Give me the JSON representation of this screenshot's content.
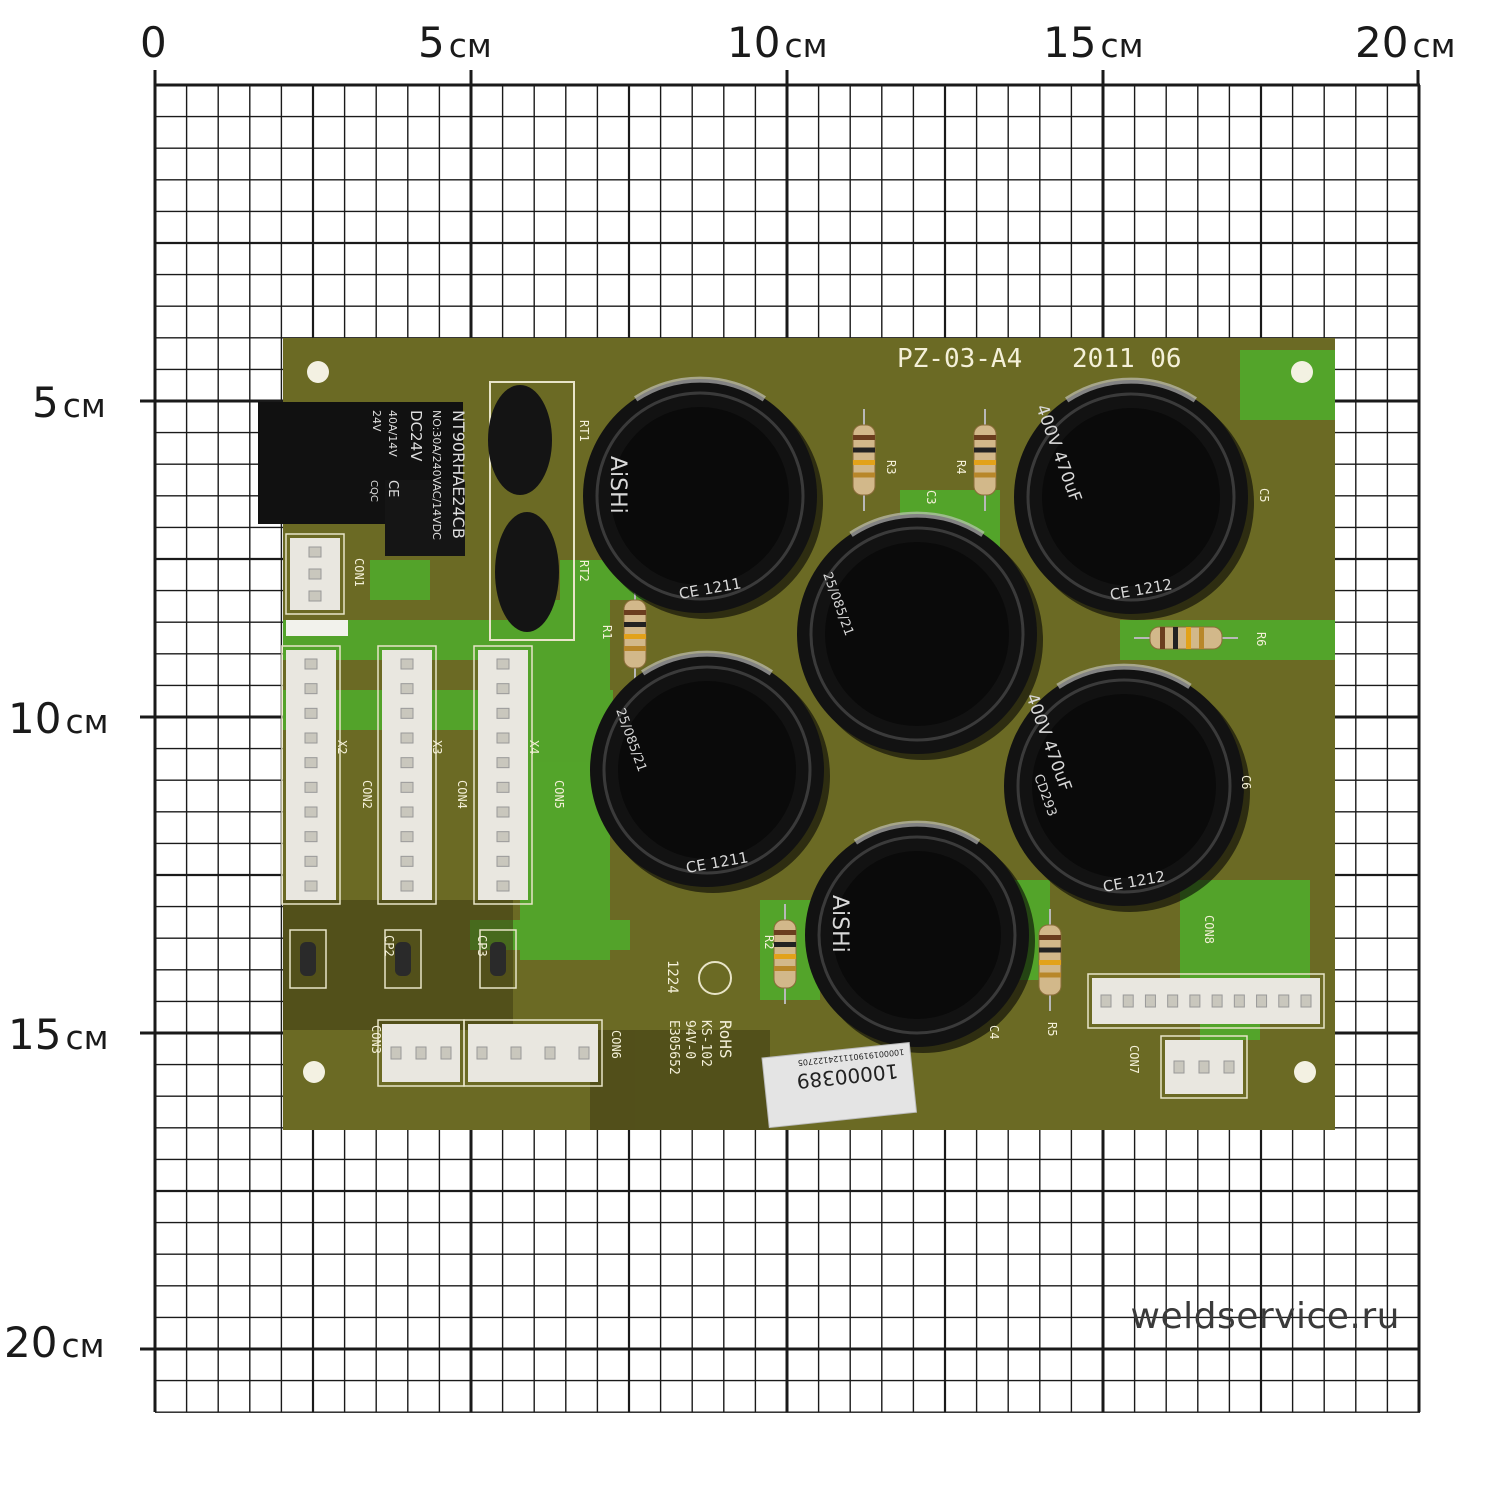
{
  "ruler": {
    "unit": "см",
    "top": [
      {
        "num": "0",
        "unit": ""
      },
      {
        "num": "5",
        "unit": "см"
      },
      {
        "num": "10",
        "unit": "см"
      },
      {
        "num": "15",
        "unit": "см"
      },
      {
        "num": "20",
        "unit": "см"
      }
    ],
    "left": [
      {
        "num": "5",
        "unit": "см"
      },
      {
        "num": "10",
        "unit": "см"
      },
      {
        "num": "15",
        "unit": "см"
      },
      {
        "num": "20",
        "unit": "см"
      }
    ]
  },
  "watermark": "weldservice.ru",
  "board": {
    "model": "PZ-03-A4",
    "date": "2011  06",
    "colors": {
      "pcb": "#6a6a22",
      "trace": "#4fb52e",
      "grid": "#1a1a1a"
    },
    "relay": {
      "model": "NT90RHAE24CB",
      "rating": "NO:30A/240VAC/14VDC",
      "coil": "DC24V",
      "line1": "40A/14V",
      "line2": "24V",
      "cert1": "CE",
      "cert2": "CQC"
    },
    "silk_labels": {
      "rt1": "RT1",
      "rt2": "RT2",
      "con1": "CON1",
      "con2": "CON2",
      "con3": "CON3",
      "con4": "CON4",
      "con5": "CON5",
      "con6": "CON6",
      "con7": "CON7",
      "con8": "CON8",
      "x2": "X2",
      "x3": "X3",
      "x4": "X4",
      "cp2": "CP2",
      "cp3": "CP3",
      "r1": "R1",
      "r2": "R2",
      "r3": "R3",
      "r4": "R4",
      "r5": "R5",
      "r6": "R6",
      "c3": "C3",
      "c4": "C4",
      "c5": "C5",
      "c6": "C6"
    },
    "capacitors": {
      "brand": "AiSHi",
      "rating": "400V 470uF",
      "series": "CD293",
      "date_a": "CE  1211",
      "date_b": "CE  1212",
      "lot": "25/085/21",
      "polarity": "NEGATIVE"
    },
    "rohs": {
      "code": "1224",
      "mark": "RoHS",
      "ks": "KS-102",
      "flame": "94V-0",
      "ul": "E305652"
    },
    "sticker": {
      "serial": "10000389",
      "barcode": "100001919011124122705"
    }
  }
}
